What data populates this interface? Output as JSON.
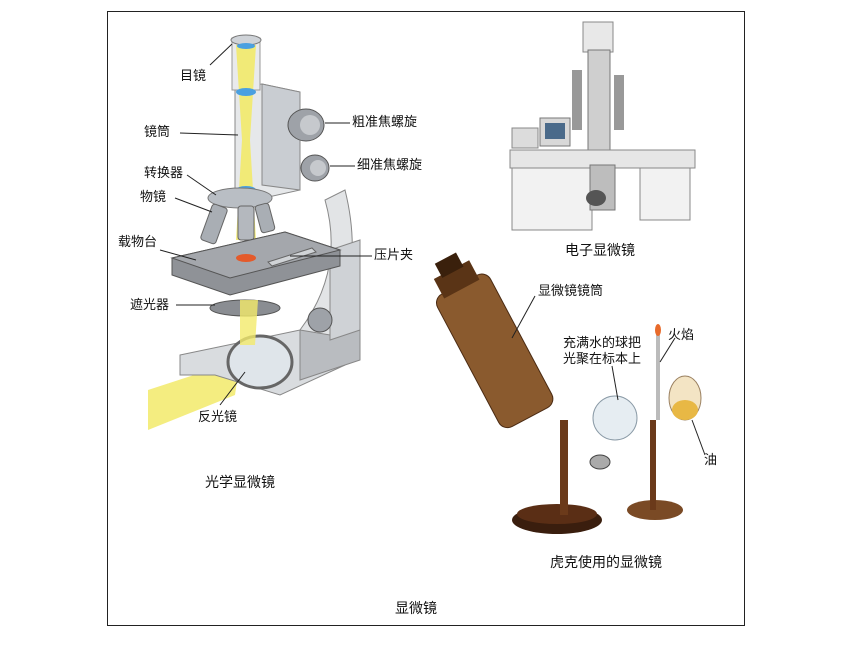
{
  "optical": {
    "caption": "光学显微镜",
    "labels": {
      "eyepiece": "目镜",
      "tube": "镜筒",
      "nosepiece": "转换器",
      "objective": "物镜",
      "stage": "载物台",
      "diaphragm": "遮光器",
      "mirror": "反光镜",
      "coarse": "粗准焦螺旋",
      "fine": "细准焦螺旋",
      "clip": "压片夹"
    }
  },
  "electron": {
    "caption": "电子显微镜"
  },
  "hooke": {
    "caption": "虎克使用的显微镜",
    "labels": {
      "tube": "显微镜镜筒",
      "water_line1": "充满水的球把",
      "water_line2": "光聚在标本上",
      "flame": "火焰",
      "oil": "油"
    }
  },
  "figure_caption": "显微镜",
  "colors": {
    "light": "#f2ea6a",
    "metal": "#c9cdd2",
    "brown": "#7a4a25",
    "lens": "#4aa0e0"
  }
}
